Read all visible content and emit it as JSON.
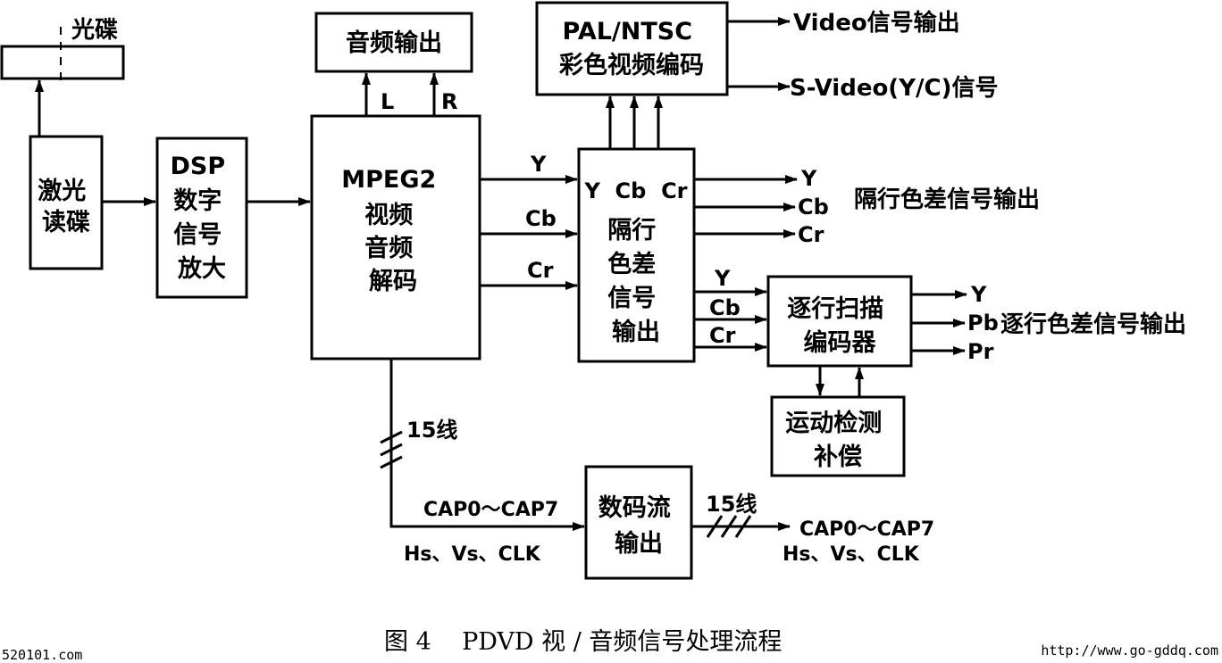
{
  "blocks": {
    "disc": "光碟",
    "laser": [
      "激光",
      "读碟"
    ],
    "dsp": [
      "DSP",
      "数字",
      "信号",
      "放大"
    ],
    "mpeg": [
      "MPEG2",
      "视频",
      "音频",
      "解码"
    ],
    "audio_out": "音频输出",
    "encoder": [
      "PAL/NTSC",
      "彩色视频编码"
    ],
    "interlaced": [
      "Y  Cb  Cr",
      "隔行",
      "色差",
      "信号",
      "输出"
    ],
    "progressive": [
      "逐行扫描",
      "编码器"
    ],
    "motion": [
      "运动检测",
      "补偿"
    ],
    "stream": [
      "数码流",
      "输出"
    ]
  },
  "labels": {
    "L": "L",
    "R": "R",
    "y": "Y",
    "cb": "Cb",
    "cr": "Cr",
    "pb": "Pb",
    "pr": "Pr",
    "video_out": "Video信号输出",
    "svideo_out": "S-Video(Y/C)信号",
    "interlaced_out": "隔行色差信号输出",
    "progressive_out": "逐行色差信号输出",
    "lines15": "15线",
    "cap": "CAP0～CAP7",
    "hs": "Hs、Vs、CLK"
  },
  "caption": "图 4    PDVD 视 / 音频信号处理流程",
  "watermarks": {
    "left": "520101.com",
    "right": "http://www.go-gddq.com"
  }
}
